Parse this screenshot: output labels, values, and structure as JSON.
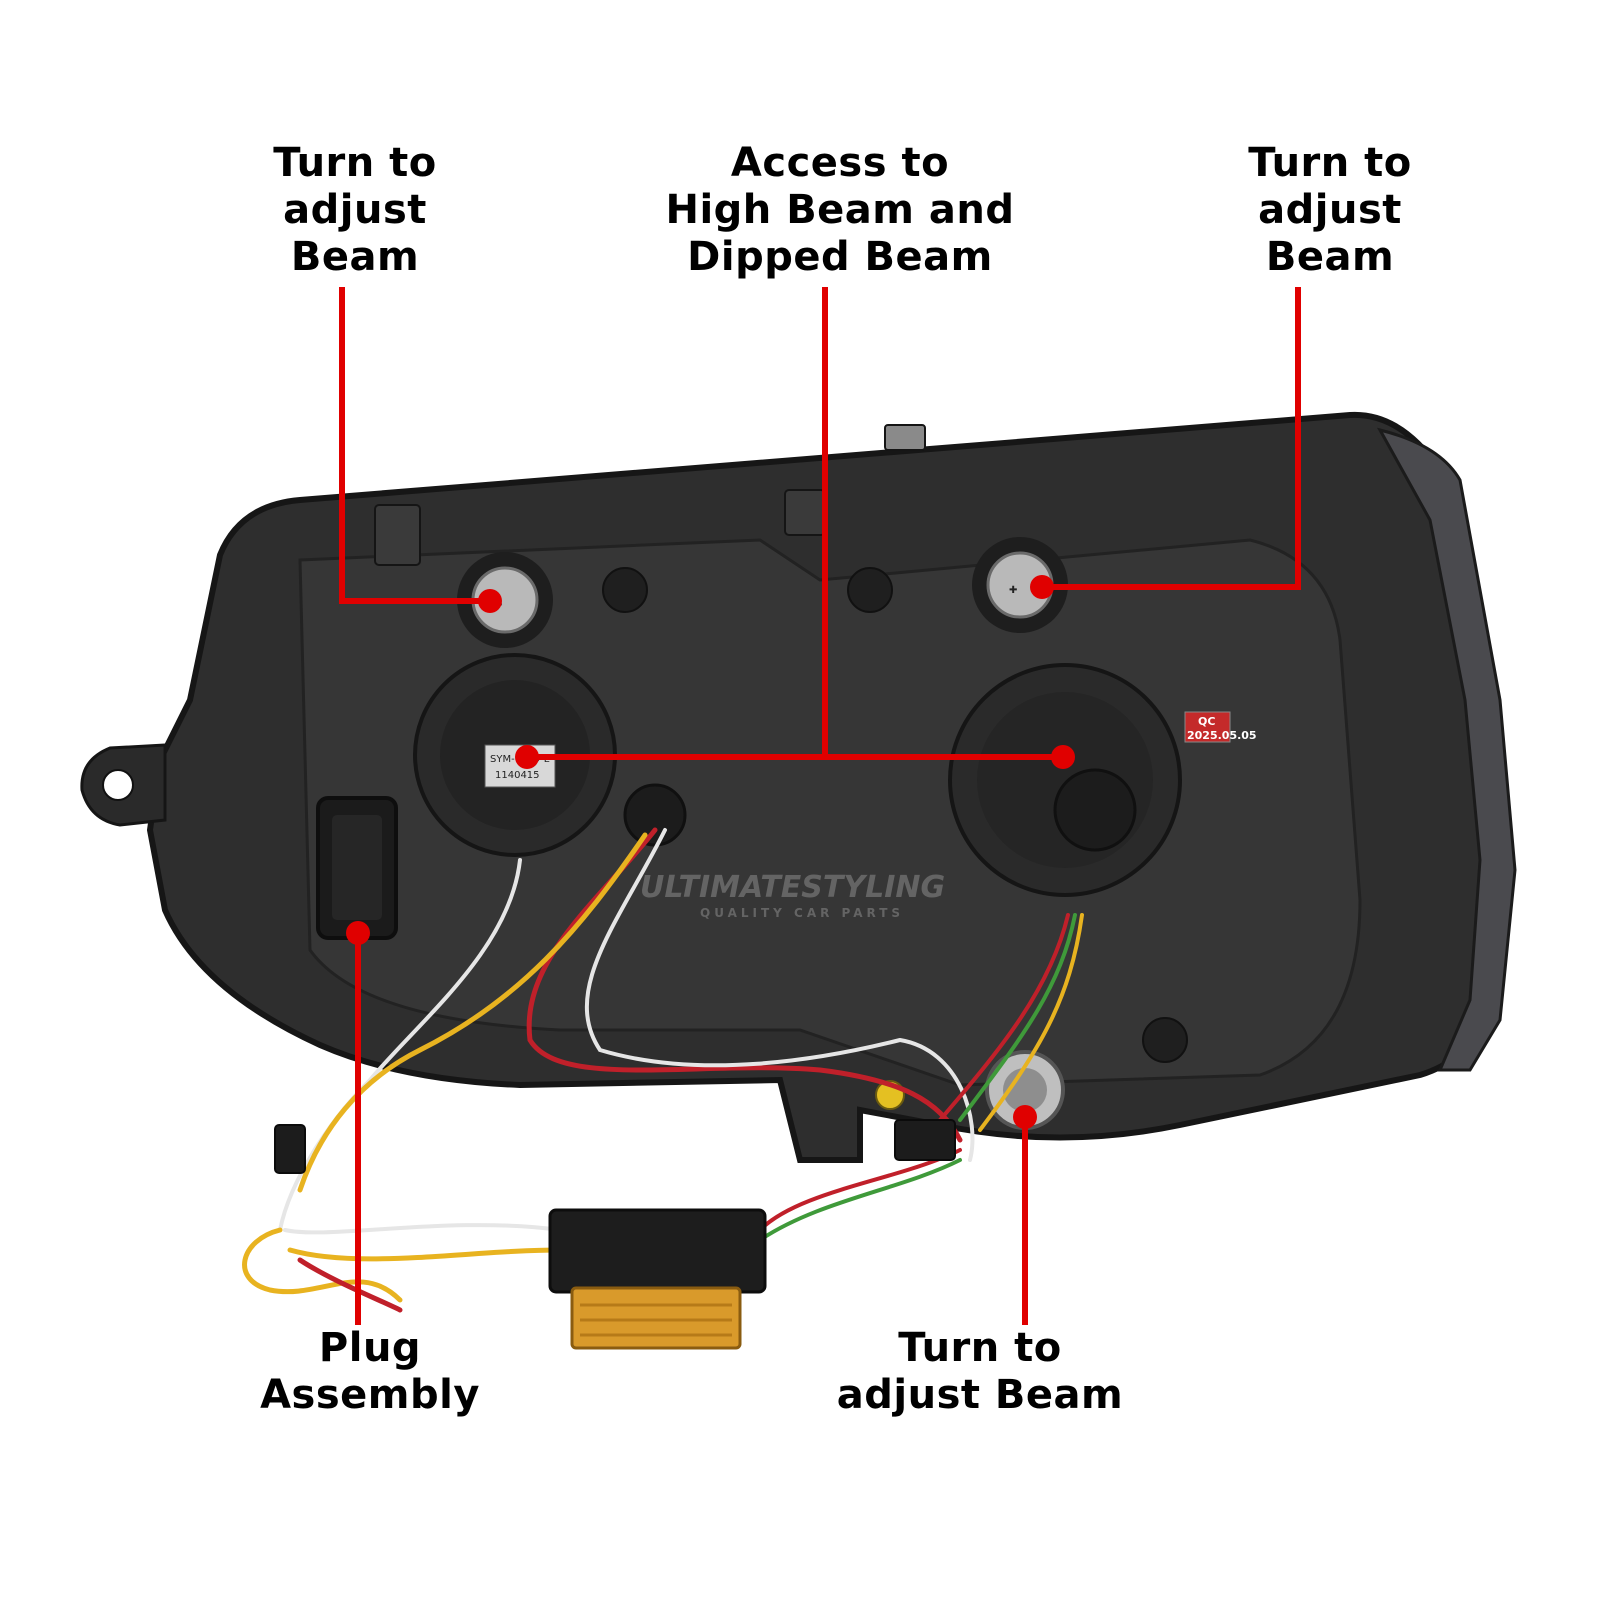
{
  "labels": {
    "top_left": "Turn to\nadjust\nBeam",
    "top_center": "Access to\nHigh Beam and\nDipped Beam",
    "top_right": "Turn to\nadjust\nBeam",
    "bottom_left": "Plug\nAssembly",
    "bottom_right": "Turn to\nadjust Beam"
  },
  "watermark": {
    "brand": "ULTIMATESTYLING",
    "tagline": "QUALITY CAR PARTS"
  },
  "stickers": {
    "bulb_label_line1": "SYM-1039-L",
    "bulb_label_line2": "1140415",
    "qc_label": "QC",
    "qc_date": "2025.05.05"
  },
  "colors": {
    "callout_red": "#e00000",
    "housing": "#2b2b2b",
    "housing_edge": "#1a1a1a",
    "resistor_gold": "#d99a2b",
    "wire_yellow": "#e8b320",
    "wire_red": "#c0202a",
    "wire_white": "#e6e6e6",
    "wire_green": "#3f9a3a"
  }
}
